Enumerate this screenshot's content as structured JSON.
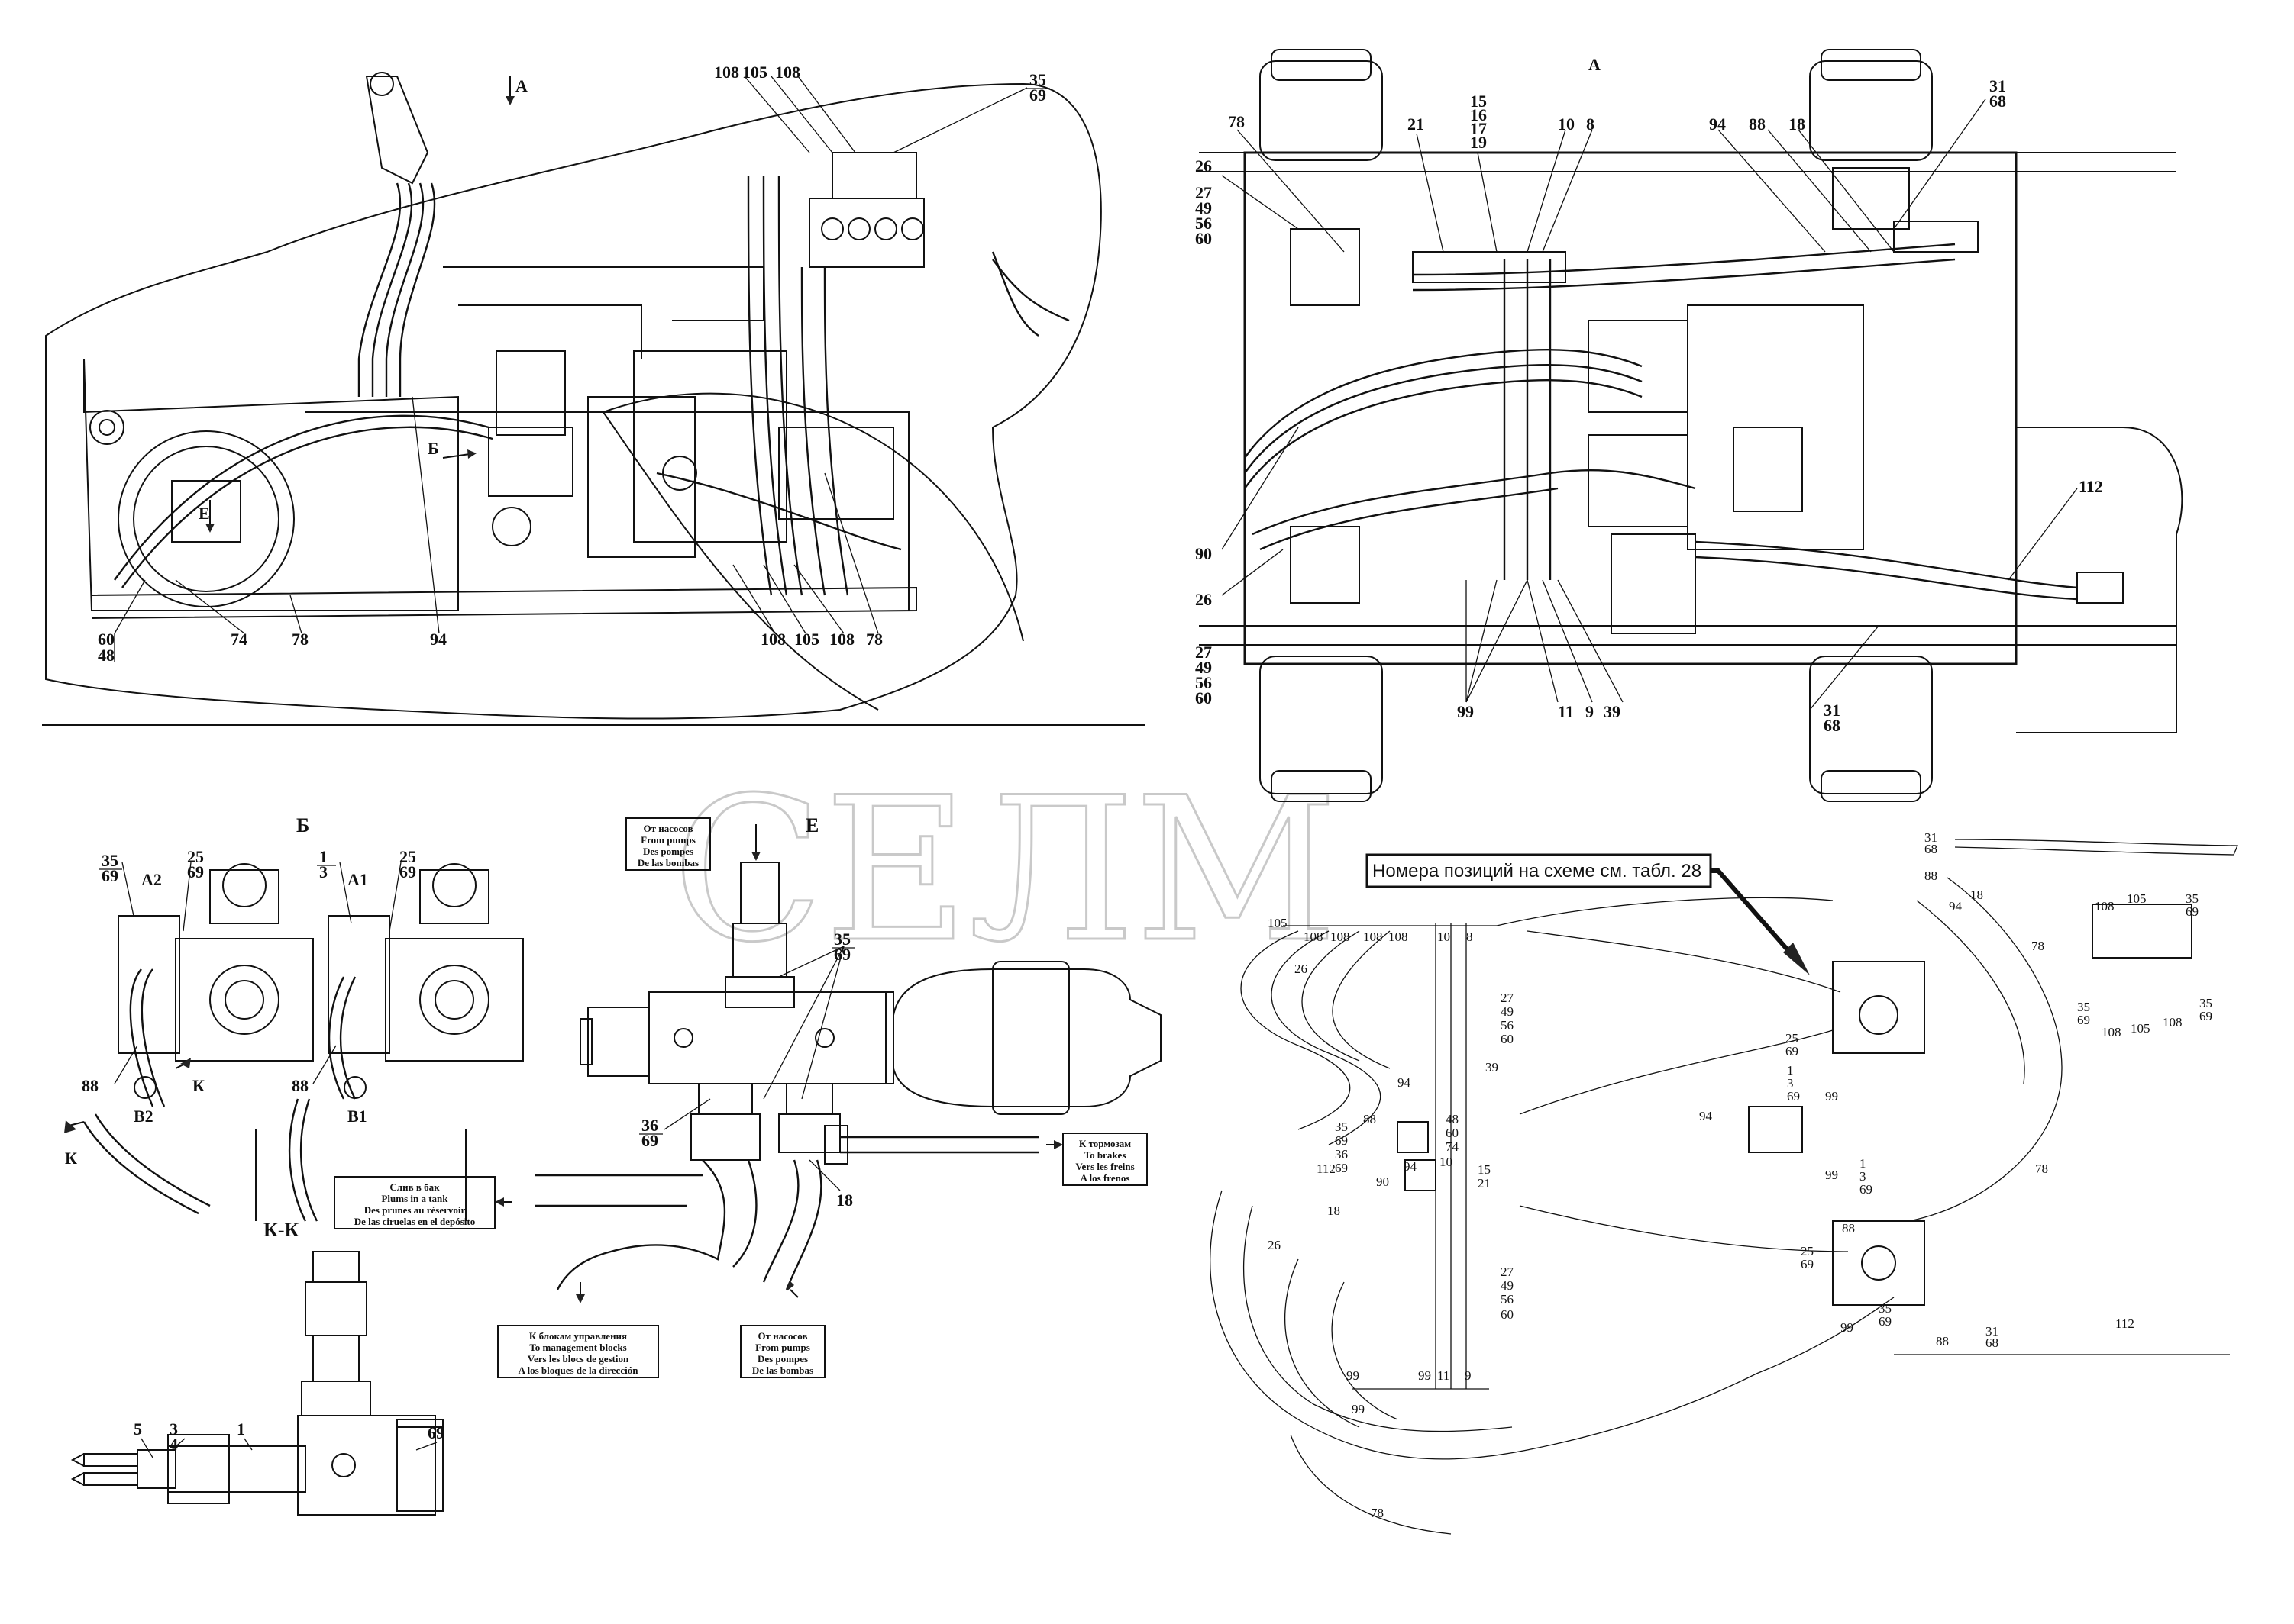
{
  "views": {
    "A_left": "А",
    "A_top": "А",
    "B_detail": "Б",
    "B_marker": "Б",
    "E_detail": "Е",
    "E_marker": "Е",
    "KK_section": "К-К",
    "K_marker_1": "К",
    "K_marker_2": "К"
  },
  "port_labels": {
    "A2": "А2",
    "A1": "А1",
    "B2": "В2",
    "B1": "В1"
  },
  "positions_left": [
    "108",
    "105",
    "108",
    "35",
    "69",
    "60",
    "48",
    "74",
    "78",
    "94",
    "108",
    "105",
    "108",
    "78"
  ],
  "positions_right": [
    "78",
    "21",
    "15",
    "16",
    "17",
    "19",
    "10",
    "8",
    "94",
    "88",
    "18",
    "31",
    "68",
    "26",
    "27",
    "49",
    "56",
    "60",
    "90",
    "26",
    "27",
    "49",
    "56",
    "60",
    "99",
    "11",
    "9",
    "39",
    "31",
    "68",
    "112"
  ],
  "positions_B": [
    "35",
    "69",
    "25",
    "69",
    "1",
    "3",
    "25",
    "69",
    "88",
    "88"
  ],
  "positions_E": [
    "35",
    "69",
    "36",
    "69",
    "18"
  ],
  "positions_KK": [
    "5",
    "3",
    "4",
    "1",
    "69"
  ],
  "boxes": {
    "from_pumps_top": [
      "От насосов",
      "From pumps",
      "Des pompes",
      "De las bombas"
    ],
    "to_tank": [
      "Слив в бак",
      "Plums in a tank",
      "Des prunes au réservoir",
      "De las ciruelas en el depósito"
    ],
    "to_brakes": [
      "К тормозам",
      "To brakes",
      "Vers les freins",
      "A los frenos"
    ],
    "to_management": [
      "К блокам управления",
      "To management blocks",
      "Vers les blocs de gestion",
      "A los bloques de la dirección"
    ],
    "from_pumps_bottom": [
      "От насосов",
      "From pumps",
      "Des pompes",
      "De las bombas"
    ]
  },
  "callout": "Номера позиций на схеме см. табл. 28",
  "watermark": "СЕЛМ",
  "schematic_labels": [
    "105",
    "108",
    "108",
    "108",
    "108",
    "10",
    "8",
    "26",
    "27",
    "49",
    "56",
    "60",
    "94",
    "39",
    "48",
    "60",
    "74",
    "35",
    "69",
    "36",
    "69",
    "112",
    "88",
    "90",
    "94",
    "10",
    "15",
    "21",
    "18",
    "26",
    "27",
    "49",
    "56",
    "60",
    "99",
    "99",
    "99",
    "11",
    "9",
    "31",
    "68",
    "18",
    "94",
    "88",
    "105",
    "108",
    "35",
    "69",
    "35",
    "69",
    "108",
    "105",
    "108",
    "35",
    "69",
    "25",
    "69",
    "1",
    "3",
    "69",
    "99",
    "94",
    "78",
    "78",
    "99",
    "1",
    "3",
    "69",
    "25",
    "69",
    "88",
    "99",
    "35",
    "69",
    "88",
    "31",
    "68",
    "112",
    "78"
  ]
}
